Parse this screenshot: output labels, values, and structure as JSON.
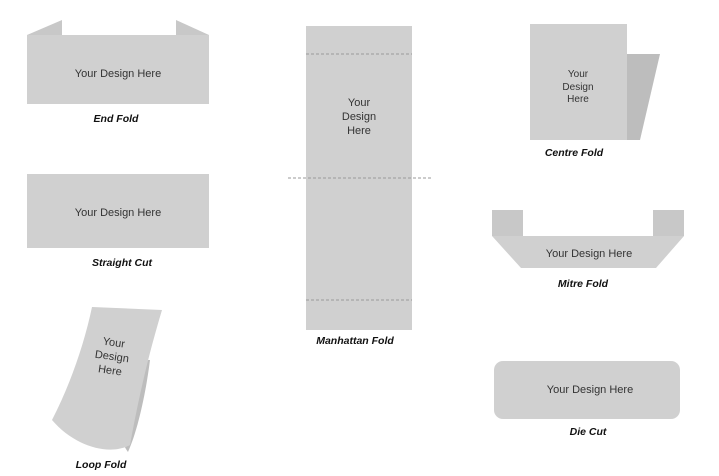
{
  "colors": {
    "face": "#d0d0d0",
    "tab": "#c8c8c8",
    "fold_shadow": "#bdbdbd",
    "fold_line": "#9a9a9a",
    "text": "#333333",
    "caption": "#111111"
  },
  "items": {
    "end_fold": {
      "design_text": "Your Design Here",
      "caption": "End Fold"
    },
    "straight_cut": {
      "design_text": "Your Design Here",
      "caption": "Straight Cut"
    },
    "loop_fold": {
      "design_lines": [
        "Your",
        "Design",
        "Here"
      ],
      "caption": "Loop Fold"
    },
    "manhattan_fold": {
      "design_lines": [
        "Your",
        "Design",
        "Here"
      ],
      "caption": "Manhattan Fold"
    },
    "centre_fold": {
      "design_lines": [
        "Your",
        "Design",
        "Here"
      ],
      "caption": "Centre Fold"
    },
    "mitre_fold": {
      "design_text": "Your Design Here",
      "caption": "Mitre Fold"
    },
    "die_cut": {
      "design_text": "Your Design Here",
      "caption": "Die Cut"
    }
  }
}
